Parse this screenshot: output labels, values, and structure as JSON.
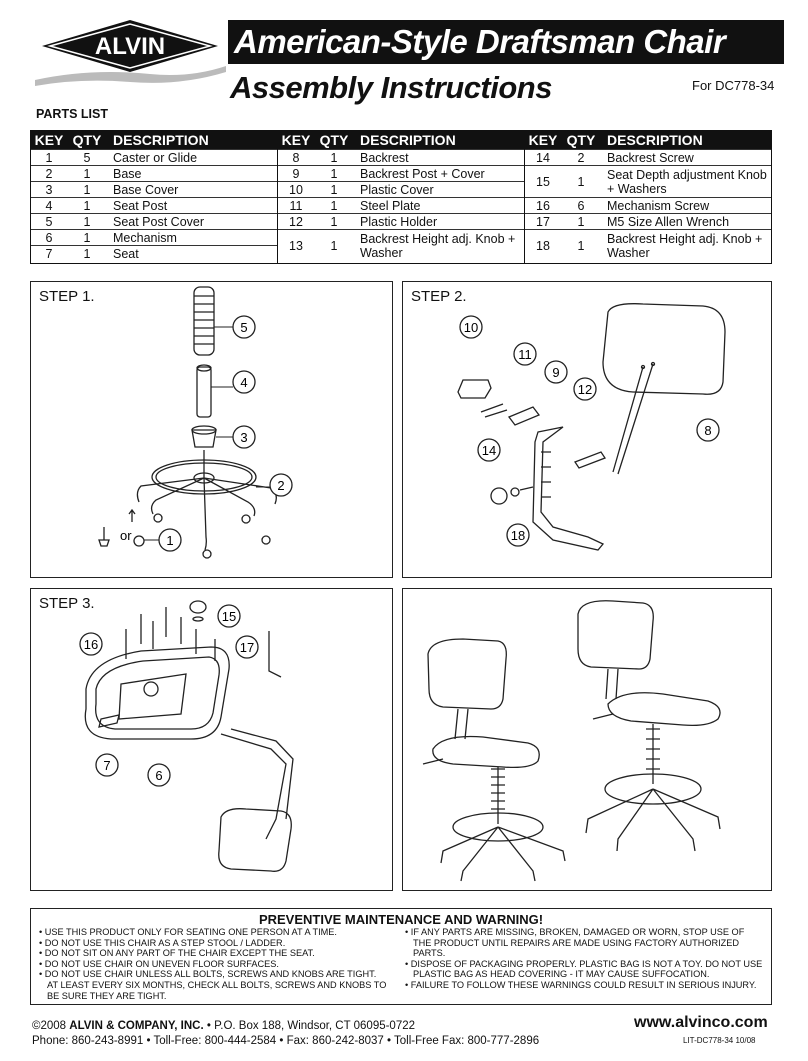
{
  "header": {
    "logo_text": "ALVIN",
    "title": "American-Style Draftsman Chair",
    "subtitle": "Assembly Instructions",
    "model": "For DC778-34"
  },
  "parts_list": {
    "label": "PARTS LIST",
    "headers": {
      "key": "KEY",
      "qty": "QTY",
      "desc": "DESCRIPTION"
    },
    "columns": [
      [
        {
          "key": "1",
          "qty": "5",
          "desc": "Caster or Glide"
        },
        {
          "key": "2",
          "qty": "1",
          "desc": "Base"
        },
        {
          "key": "3",
          "qty": "1",
          "desc": "Base Cover"
        },
        {
          "key": "4",
          "qty": "1",
          "desc": "Seat Post"
        },
        {
          "key": "5",
          "qty": "1",
          "desc": "Seat Post Cover"
        },
        {
          "key": "6",
          "qty": "1",
          "desc": "Mechanism"
        },
        {
          "key": "7",
          "qty": "1",
          "desc": "Seat"
        }
      ],
      [
        {
          "key": "8",
          "qty": "1",
          "desc": "Backrest"
        },
        {
          "key": "9",
          "qty": "1",
          "desc": "Backrest Post + Cover"
        },
        {
          "key": "10",
          "qty": "1",
          "desc": "Plastic Cover"
        },
        {
          "key": "11",
          "qty": "1",
          "desc": "Steel Plate"
        },
        {
          "key": "12",
          "qty": "1",
          "desc": "Plastic Holder"
        },
        {
          "key": "13",
          "qty": "1",
          "desc": "Backrest Height adj. Knob + Washer"
        }
      ],
      [
        {
          "key": "14",
          "qty": "2",
          "desc": "Backrest Screw"
        },
        {
          "key": "15",
          "qty": "1",
          "desc": "Seat Depth adjustment Knob + Washers"
        },
        {
          "key": "16",
          "qty": "6",
          "desc": "Mechanism Screw"
        },
        {
          "key": "17",
          "qty": "1",
          "desc": "M5 Size Allen Wrench"
        },
        {
          "key": "18",
          "qty": "1",
          "desc": "Backrest Height adj. Knob + Washer"
        }
      ]
    ]
  },
  "steps": {
    "step1": {
      "label": "STEP 1.",
      "callouts": [
        "5",
        "4",
        "3",
        "2",
        "1"
      ],
      "or_text": "or"
    },
    "step2": {
      "label": "STEP 2.",
      "callouts": [
        "10",
        "11",
        "9",
        "12",
        "8",
        "14",
        "18"
      ]
    },
    "step3": {
      "label": "STEP 3.",
      "callouts": [
        "16",
        "15",
        "17",
        "7",
        "6"
      ]
    }
  },
  "warning": {
    "title": "PREVENTIVE MAINTENANCE AND WARNING!",
    "left": [
      "• USE THIS PRODUCT ONLY FOR SEATING ONE PERSON AT A TIME.",
      "• DO NOT USE THIS CHAIR AS A STEP STOOL / LADDER.",
      "• DO NOT SIT ON ANY PART OF THE CHAIR EXCEPT THE SEAT.",
      "• DO NOT USE CHAIR ON UNEVEN FLOOR SURFACES.",
      "• DO NOT USE CHAIR UNLESS ALL BOLTS, SCREWS AND KNOBS ARE TIGHT. AT LEAST EVERY SIX MONTHS, CHECK ALL BOLTS, SCREWS AND KNOBS TO BE SURE THEY ARE TIGHT."
    ],
    "right": [
      "• IF ANY PARTS ARE MISSING, BROKEN, DAMAGED OR WORN, STOP USE OF THE PRODUCT UNTIL REPAIRS ARE MADE USING FACTORY AUTHORIZED PARTS.",
      "• DISPOSE OF PACKAGING PROPERLY. PLASTIC BAG IS NOT A TOY. DO NOT USE PLASTIC BAG AS HEAD COVERING - IT MAY CAUSE SUFFOCATION.",
      "• FAILURE TO FOLLOW THESE WARNINGS COULD RESULT IN SERIOUS INJURY."
    ]
  },
  "footer": {
    "copyright_prefix": "©2008 ",
    "company": "ALVIN & COMPANY, INC.",
    "address": " • P.O. Box 188, Windsor, CT 06095-0722",
    "phones": "Phone: 860-243-8991 • Toll-Free: 800-444-2584 • Fax: 860-242-8037 • Toll-Free Fax: 800-777-2896",
    "website": "www.alvinco.com",
    "lit_code": "LIT-DC778-34 10/08"
  }
}
